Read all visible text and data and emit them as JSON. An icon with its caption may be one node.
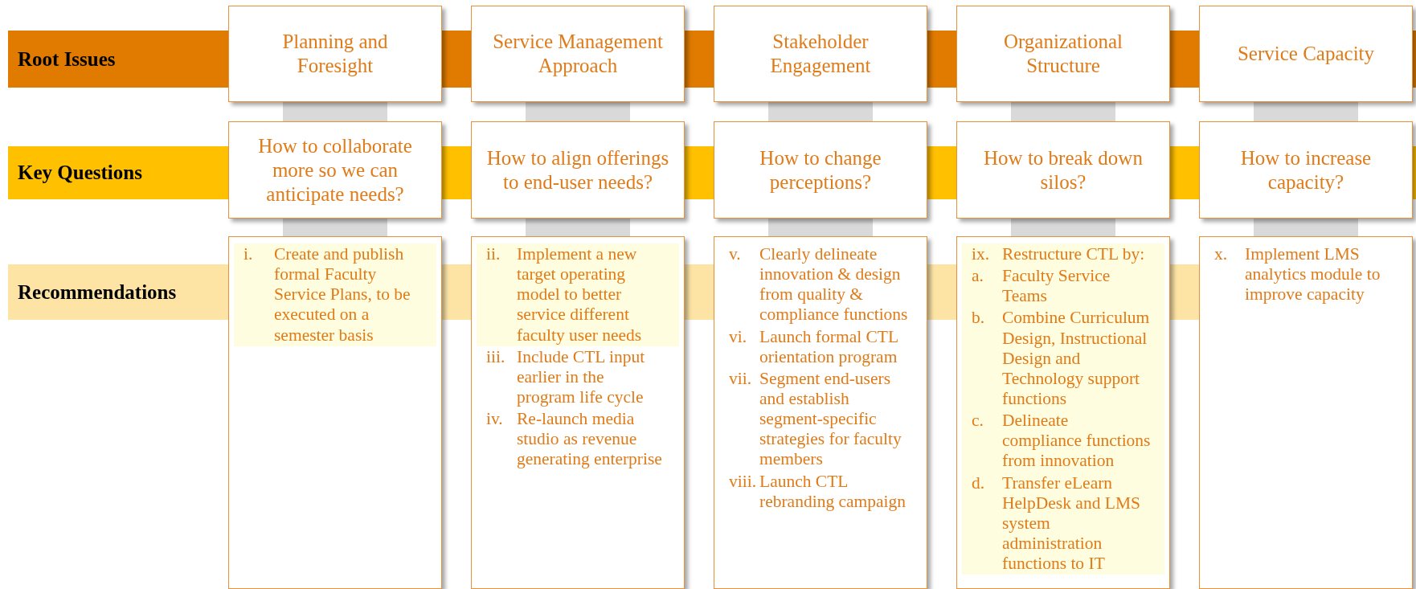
{
  "diagram": {
    "nodes": [
      {
        "text": [
          "Root Issues"
        ]
      },
      {
        "text": [
          "Key Questions"
        ]
      },
      {
        "text": [
          "Recommendations"
        ]
      },
      {
        "text": [
          "Planning and Foresight"
        ]
      },
      {
        "text": [
          "Service Management Approach"
        ]
      },
      {
        "text": [
          "Stakeholder Engagement"
        ]
      },
      {
        "text": [
          "Organizational Structure"
        ]
      },
      {
        "text": [
          "Service Capacity"
        ]
      },
      {
        "text": [
          "How to collaborate more so we can anticipate needs?"
        ]
      },
      {
        "text": [
          "How to align offerings to end-user needs?"
        ]
      },
      {
        "text": [
          "How to change perceptions?"
        ]
      },
      {
        "text": [
          "How to break down silos?"
        ]
      },
      {
        "text": [
          "How to increase capacity?"
        ]
      },
      {
        "text": [
          "i. Create and publish formal Faculty Service Plans, to be executed on a semester basis"
        ]
      },
      {
        "text": [
          "ii. Implement a new target operating model to better service different faculty user needs",
          "iii. Include CTL input earlier in the program life cycle",
          "iv. Re-launch media studio as revenue generating enterprise"
        ]
      },
      {
        "text": [
          "v. Clearly delineate innovation & design from quality & compliance functions",
          "vi. Launch formal CTL orientation program",
          "vii. Segment end-users and establish segment-specific strategies for faculty members",
          "viii. Launch CTL rebranding campaign"
        ]
      },
      {
        "text": [
          "ix. Restructure CTL by:",
          "a. Faculty Service Teams",
          "b. Combine Curriculum Design, Instructional Design and Technology support functions",
          "c. Delineate compliance functions from innovation",
          "d. Transfer eLearn HelpDesk and LMS system administration functions to IT"
        ]
      },
      {
        "text": [
          "x. Implement LMS analytics module to improve capacity"
        ]
      }
    ],
    "edges": [
      {
        "from": 3,
        "to": 8,
        "arrow": "none"
      },
      {
        "from": 8,
        "to": 13,
        "arrow": "none"
      },
      {
        "from": 4,
        "to": 9,
        "arrow": "none"
      },
      {
        "from": 9,
        "to": 14,
        "arrow": "none"
      },
      {
        "from": 5,
        "to": 10,
        "arrow": "none"
      },
      {
        "from": 10,
        "to": 15,
        "arrow": "none"
      },
      {
        "from": 6,
        "to": 11,
        "arrow": "none"
      },
      {
        "from": 11,
        "to": 16,
        "arrow": "none"
      },
      {
        "from": 7,
        "to": 12,
        "arrow": "none"
      },
      {
        "from": 12,
        "to": 17,
        "arrow": "none"
      }
    ]
  }
}
